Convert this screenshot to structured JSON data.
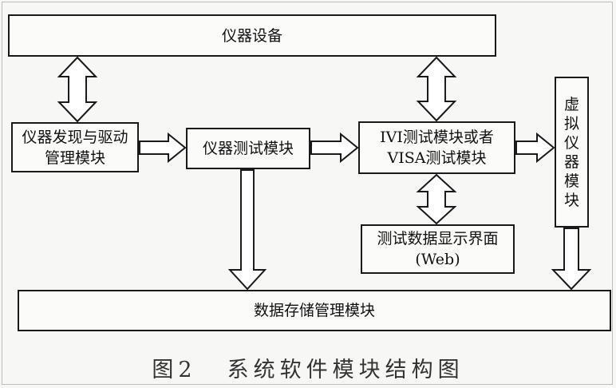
{
  "boxes": {
    "instrument_device": "仪器设备",
    "discovery_driver": [
      "仪器发现与驱动",
      "管理模块"
    ],
    "instrument_test": "仪器测试模块",
    "ivi_visa": [
      "IVI测试模块或者",
      "VISA测试模块"
    ],
    "virtual_instrument": [
      "虚",
      "拟",
      "仪",
      "器",
      "模",
      "块"
    ],
    "test_display": [
      "测试数据显示界面",
      "(Web)"
    ],
    "storage": "数据存储管理模块"
  },
  "caption": {
    "number": "图2",
    "title": "系统软件模块结构图"
  }
}
